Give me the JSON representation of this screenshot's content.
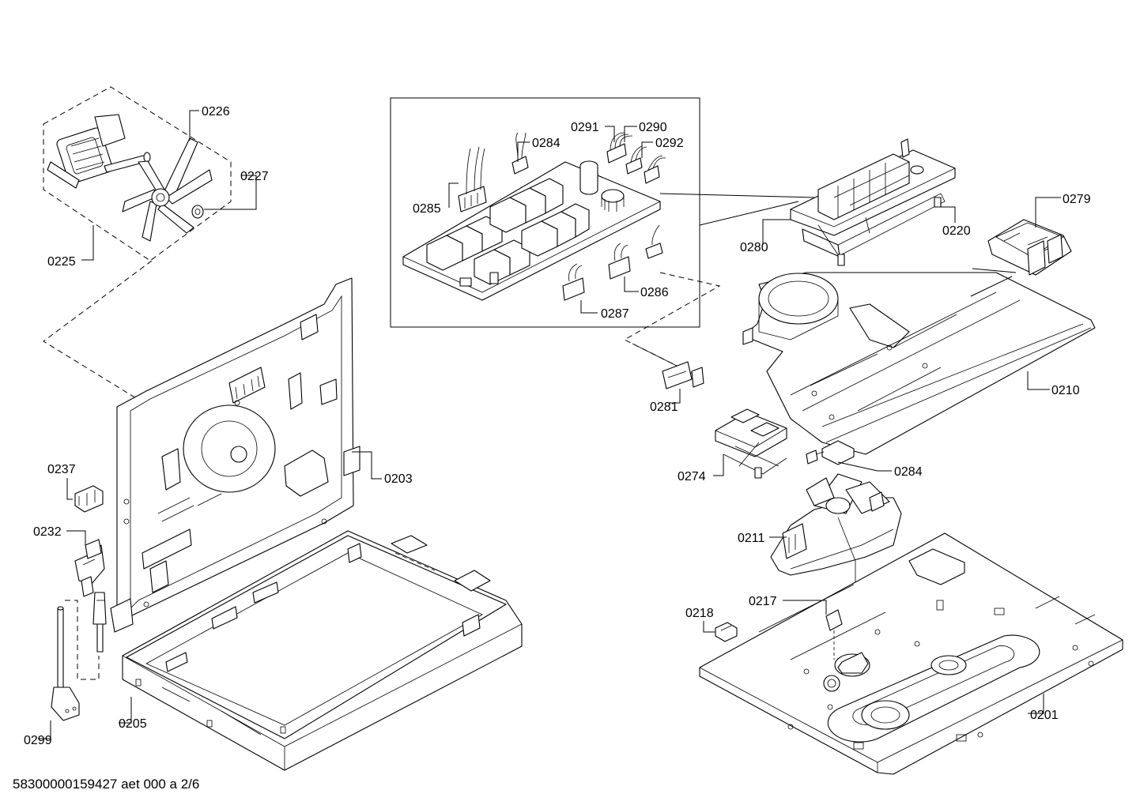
{
  "footer": {
    "drawing_id": "58300000159427 aet 000 a 2/6"
  },
  "labels": {
    "p0226": "0226",
    "p0227": "0227",
    "p0225": "0225",
    "p0291": "0291",
    "p0290": "0290",
    "p0292": "0292",
    "p0284a": "0284",
    "p0285": "0285",
    "p0286": "0286",
    "p0287": "0287",
    "p0279": "0279",
    "p0280": "0280",
    "p0220": "0220",
    "p0210": "0210",
    "p0281": "0281",
    "p0274": "0274",
    "p0284b": "0284",
    "p0203": "0203",
    "p0237": "0237",
    "p0232": "0232",
    "p0211": "0211",
    "p0217": "0217",
    "p0218": "0218",
    "p0201": "0201",
    "p0205": "0205",
    "p0299": "0299"
  }
}
